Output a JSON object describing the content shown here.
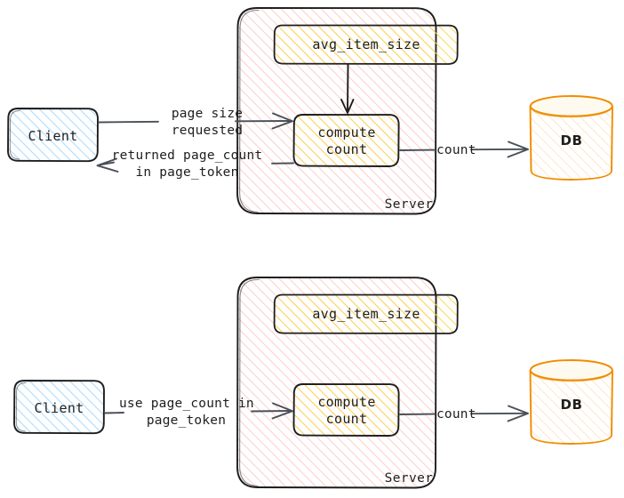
{
  "diagram": {
    "title": "pagination page_count flow",
    "background": "#ffffff",
    "palette": {
      "ink": "#1e1e1e",
      "edge_stroke": "#495057",
      "client_fill": "#d0ebff",
      "client_stroke": "#1e1e1e",
      "server_fill": "#ffe3e3",
      "server_stroke": "#1e1e1e",
      "node_fill": "#ffec99",
      "node_stroke": "#1e1e1e",
      "db_fill": "#fff9db",
      "db_stroke": "#f08c00"
    },
    "panels": [
      {
        "id": "top",
        "nodes": {
          "client": {
            "label": "Client"
          },
          "server_group": {
            "label": "Server"
          },
          "avg_item_size": {
            "label": "avg_item_size"
          },
          "compute_count": {
            "label": "compute\ncount",
            "line1": "compute",
            "line2": "count"
          },
          "db": {
            "label": "DB"
          }
        },
        "edges": [
          {
            "id": "client-to-compute",
            "label": "page size\nrequested",
            "line1": "page size",
            "line2": "requested",
            "from": "client",
            "to": "compute_count",
            "arrow": "end"
          },
          {
            "id": "compute-to-client",
            "label": "returned page_count\nin page_token",
            "line1": "returned page_count",
            "line2": "in page_token",
            "from": "compute_count",
            "to": "client",
            "arrow": "end"
          },
          {
            "id": "avg-to-compute",
            "label": "",
            "from": "avg_item_size",
            "to": "compute_count",
            "arrow": "end"
          },
          {
            "id": "compute-to-db",
            "label": "count",
            "line1": "count",
            "from": "compute_count",
            "to": "db",
            "arrow": "end"
          }
        ]
      },
      {
        "id": "bottom",
        "nodes": {
          "client": {
            "label": "Client"
          },
          "server_group": {
            "label": "Server"
          },
          "avg_item_size": {
            "label": "avg_item_size"
          },
          "compute_count": {
            "label": "compute\ncount",
            "line1": "compute",
            "line2": "count"
          },
          "db": {
            "label": "DB"
          }
        },
        "edges": [
          {
            "id": "client-to-compute",
            "label": "use page_count in\npage_token",
            "line1": "use page_count in",
            "line2": "page_token",
            "from": "client",
            "to": "compute_count",
            "arrow": "end"
          },
          {
            "id": "compute-to-db",
            "label": "count",
            "line1": "count",
            "from": "compute_count",
            "to": "db",
            "arrow": "end"
          }
        ]
      }
    ]
  }
}
